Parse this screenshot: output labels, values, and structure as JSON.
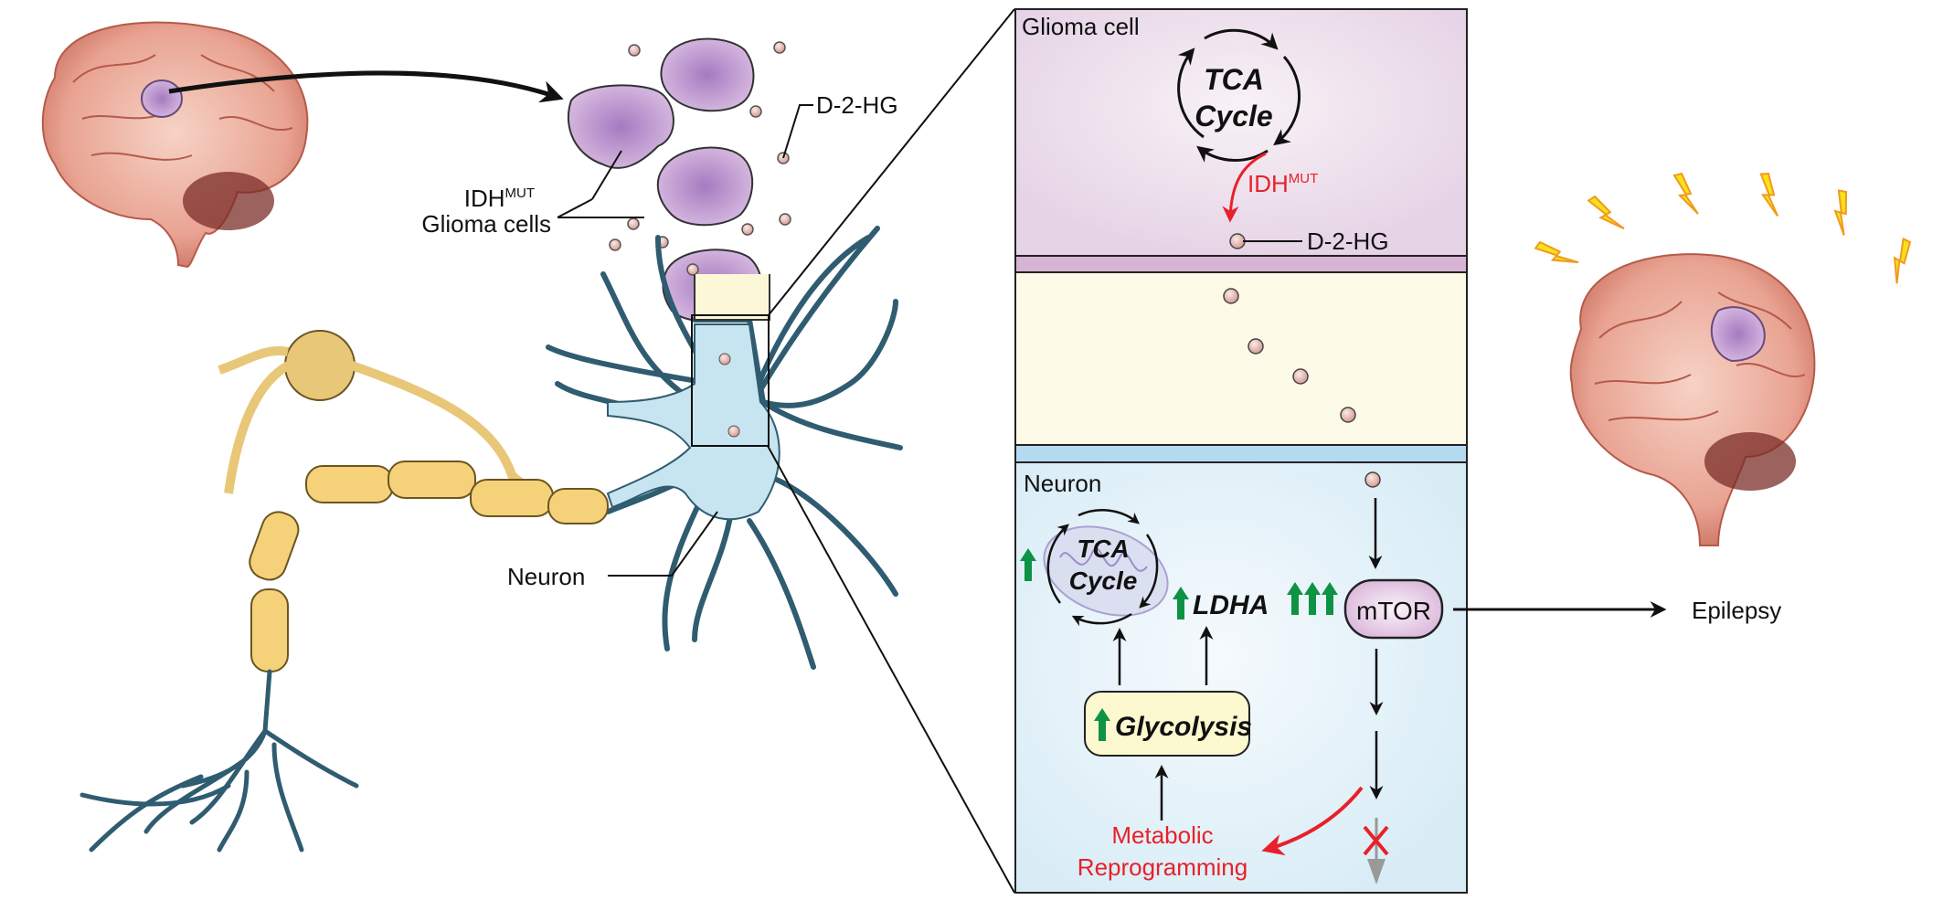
{
  "labels": {
    "idh_main": "IDH",
    "idh_sup": "MUT",
    "glioma_cells": "Glioma cells",
    "d2hg_left": "D-2-HG",
    "neuron_left": "Neuron",
    "epilepsy": "Epilepsy"
  },
  "glioma_panel": {
    "title": "Glioma cell",
    "tca_line1": "TCA",
    "tca_line2": "Cycle",
    "idh_main": "IDH",
    "idh_sup": "MUT",
    "d2hg": "D-2-HG"
  },
  "neuron_panel": {
    "title": "Neuron",
    "tca_line1": "TCA",
    "tca_line2": "Cycle",
    "ldha": "LDHA",
    "glycolysis": "Glycolysis",
    "mtor": "mTOR",
    "metabolic_line1": "Metabolic",
    "metabolic_line2": "Reprogramming"
  },
  "colors": {
    "glioma": "#b98cc4",
    "neuron": "#bfe1f0",
    "myelin": "#f5d27a",
    "d2hg_dot": "#e9b8b0",
    "upregulation_arrow": "#0e9345",
    "red_text": "#e8202a",
    "lightning": "#f7e11a"
  }
}
